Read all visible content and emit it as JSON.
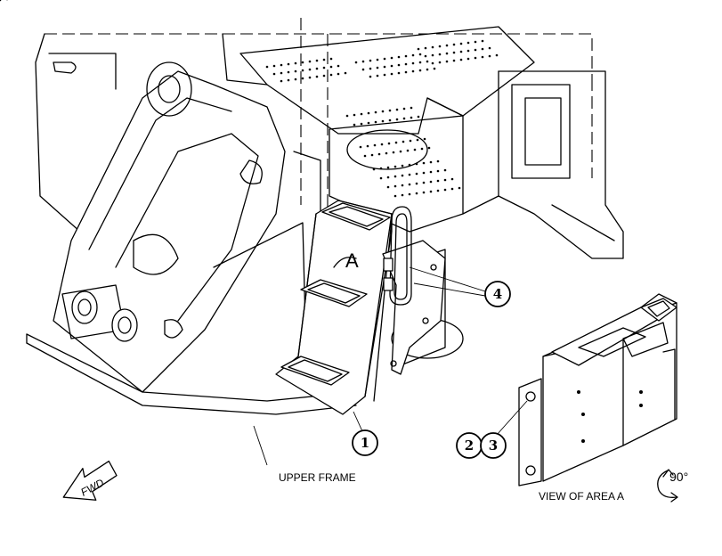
{
  "figure": {
    "labels": {
      "upper_frame": "UPPER FRAME",
      "view_of_area": "VIEW OF AREA  A",
      "area_letter": "A",
      "forward": "FWD",
      "rotation": "90°"
    },
    "callouts": [
      {
        "id": "1",
        "text": "1"
      },
      {
        "id": "2",
        "text": "2"
      },
      {
        "id": "3",
        "text": "3"
      },
      {
        "id": "4",
        "text": "4"
      }
    ]
  }
}
